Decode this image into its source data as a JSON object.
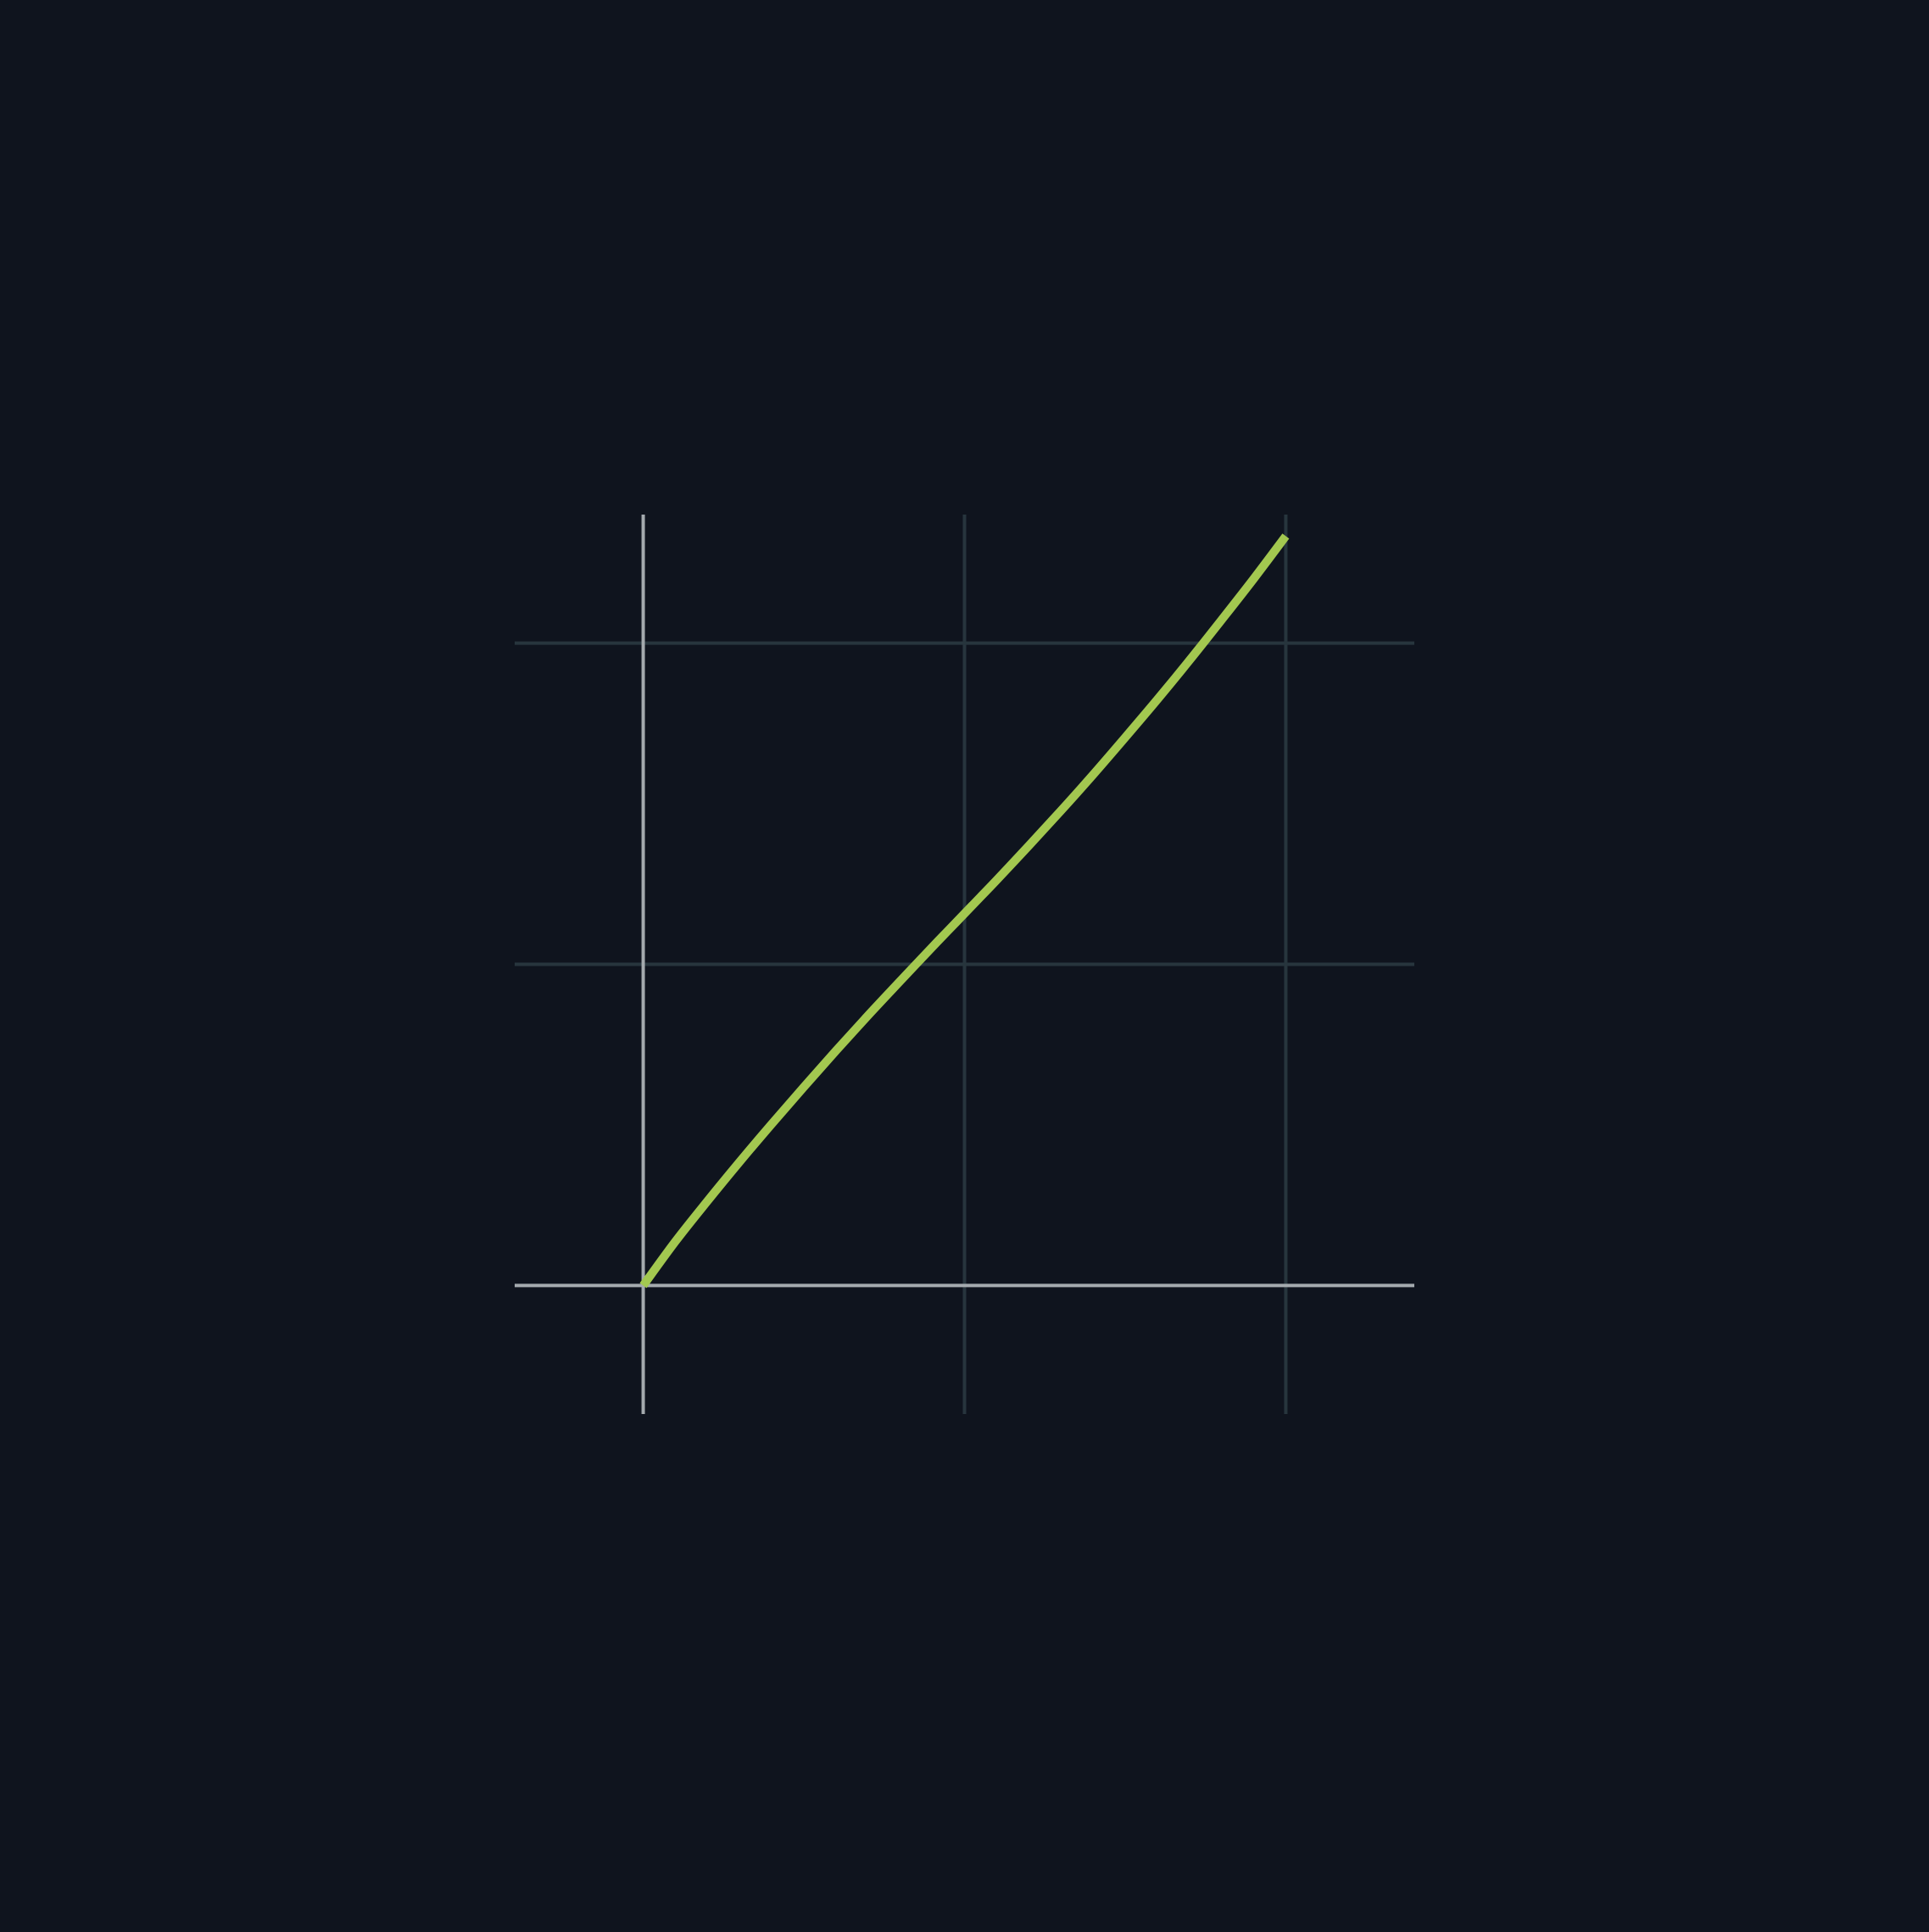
{
  "chart_data": {
    "type": "line",
    "title": "",
    "xlabel": "",
    "ylabel": "",
    "xlim": [
      -0.4,
      2.4
    ],
    "ylim": [
      -0.4,
      2.4
    ],
    "grid": true,
    "legend": "none",
    "series": [
      {
        "x": [
          0,
          0.1,
          0.2,
          0.3,
          0.4,
          0.5,
          0.6,
          0.7,
          0.8,
          0.9,
          0.95,
          1.0,
          1.05,
          1.1,
          1.2,
          1.3,
          1.4,
          1.5,
          1.6,
          1.7,
          1.8,
          1.9,
          2.0
        ],
        "y": [
          0,
          0.137,
          0.263,
          0.385,
          0.503,
          0.618,
          0.731,
          0.841,
          0.948,
          1.054,
          1.106,
          1.158,
          1.21,
          1.262,
          1.369,
          1.478,
          1.59,
          1.706,
          1.824,
          1.946,
          2.072,
          2.2,
          2.333
        ]
      }
    ],
    "colors": {
      "background": "#0f141e",
      "grid": "#27353d",
      "axis": "#a4aaae",
      "line": "#a3c850"
    }
  }
}
